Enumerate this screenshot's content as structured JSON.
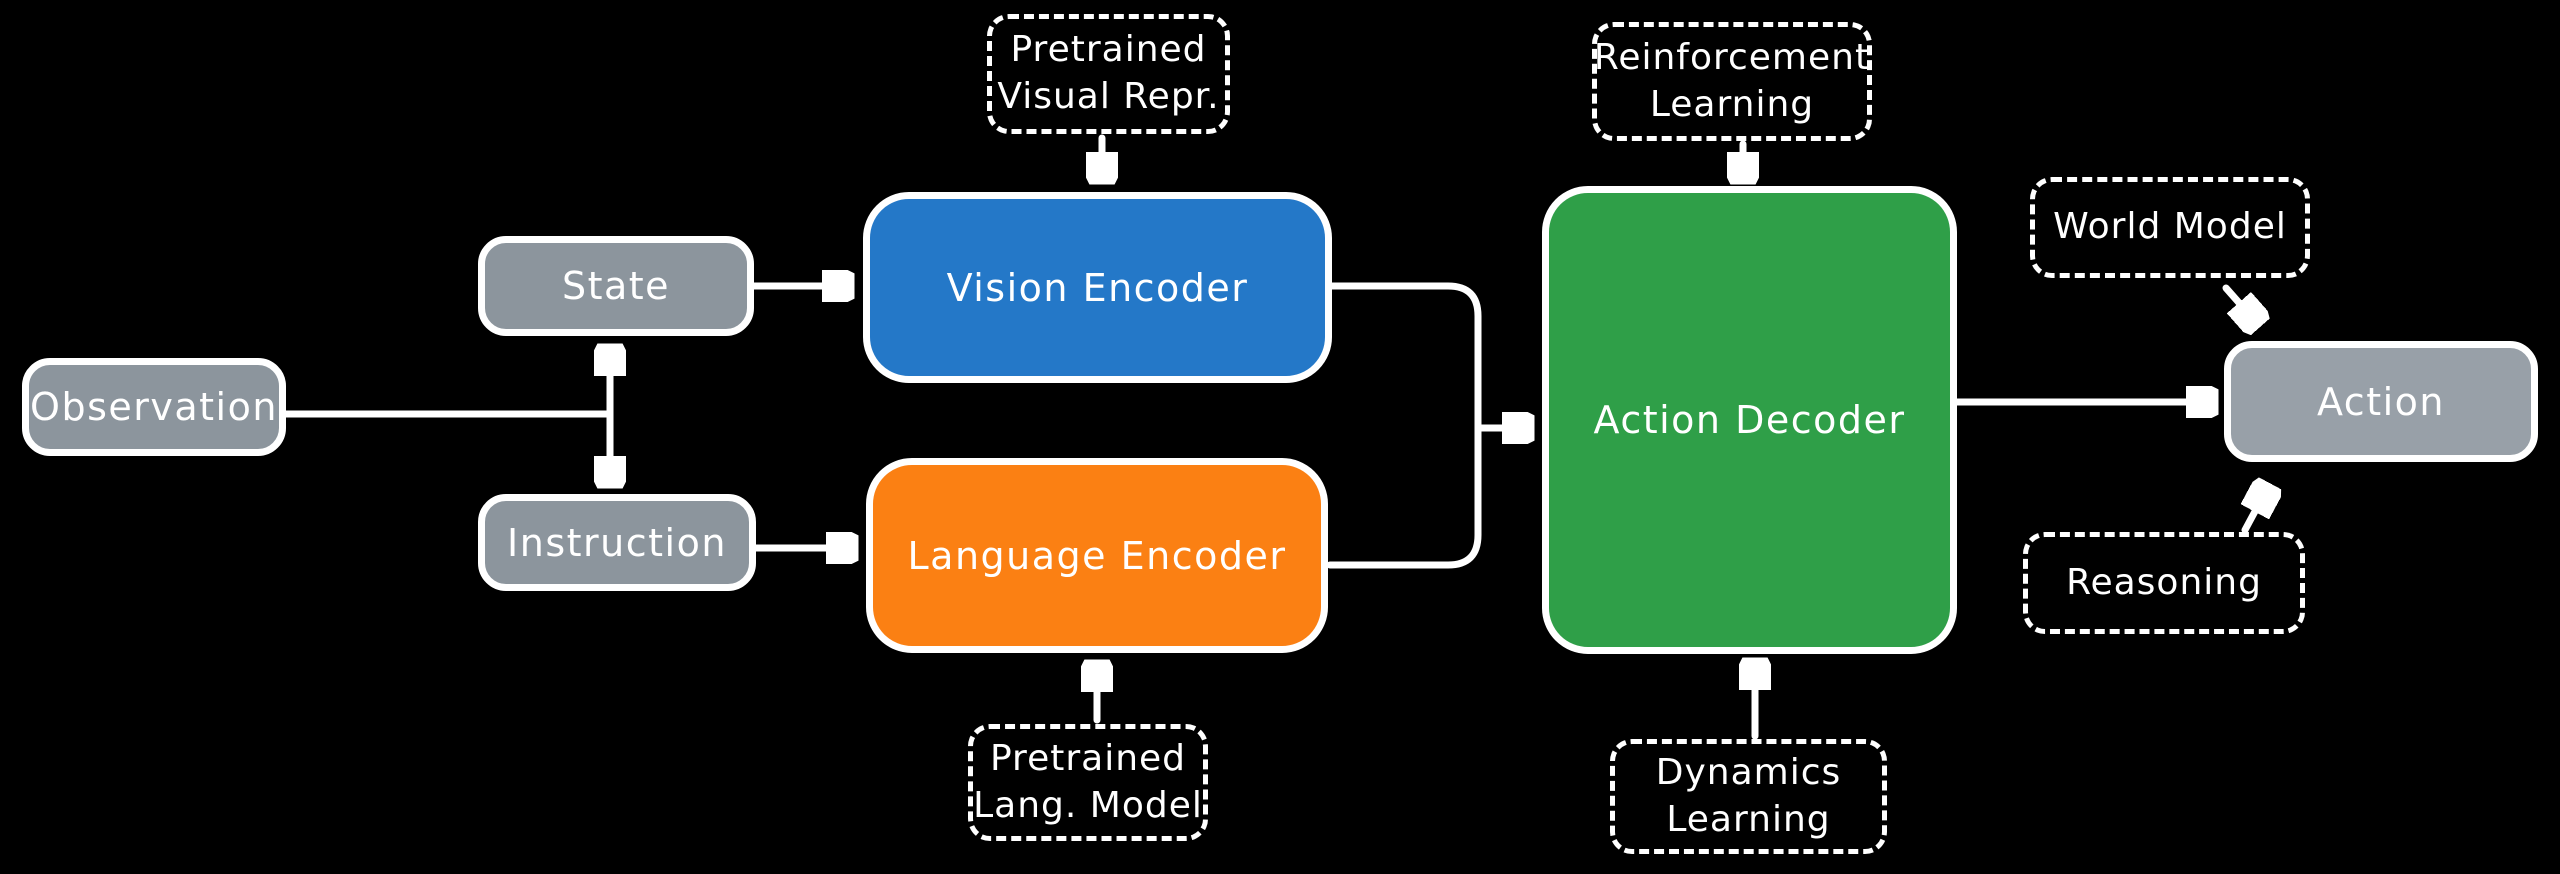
{
  "canvas": {
    "background": "#000000",
    "connector_color": "#ffffff",
    "text_color": "#ffffff"
  },
  "nodes": {
    "observation": {
      "label": "Observation",
      "fill": "#8c959d"
    },
    "state": {
      "label": "State",
      "fill": "#8c959d"
    },
    "instruction": {
      "label": "Instruction",
      "fill": "#8c959d"
    },
    "vision_encoder": {
      "label": "Vision Encoder",
      "fill": "#2478c8"
    },
    "language_encoder": {
      "label": "Language Encoder",
      "fill": "#fb8013"
    },
    "action_decoder": {
      "label": "Action Decoder",
      "fill": "#2f9f48"
    },
    "action": {
      "label": "Action",
      "fill": "#98a0a8"
    },
    "pretrained_visual_repr": {
      "lines": [
        "Pretrained",
        "Visual Repr."
      ]
    },
    "reinforcement_learning": {
      "lines": [
        "Reinforcement",
        "Learning"
      ]
    },
    "world_model": {
      "lines": [
        "World Model"
      ]
    },
    "pretrained_lang_model": {
      "lines": [
        "Pretrained",
        "Lang. Model"
      ]
    },
    "dynamics_learning": {
      "lines": [
        "Dynamics",
        "Learning"
      ]
    },
    "reasoning": {
      "lines": [
        "Reasoning"
      ]
    }
  },
  "edges": [
    {
      "from": "observation",
      "to": "state-instruction-junction",
      "arrow": "none"
    },
    {
      "from": "state",
      "to": "instruction",
      "arrow": "both"
    },
    {
      "from": "state",
      "to": "vision_encoder",
      "arrow": "end"
    },
    {
      "from": "instruction",
      "to": "language_encoder",
      "arrow": "end"
    },
    {
      "from": "vision_encoder",
      "to": "merge-junction",
      "arrow": "none"
    },
    {
      "from": "language_encoder",
      "to": "merge-junction",
      "arrow": "none"
    },
    {
      "from": "merge-junction",
      "to": "action_decoder",
      "arrow": "end"
    },
    {
      "from": "pretrained_visual_repr",
      "to": "vision_encoder",
      "arrow": "end"
    },
    {
      "from": "pretrained_lang_model",
      "to": "language_encoder",
      "arrow": "end"
    },
    {
      "from": "reinforcement_learning",
      "to": "action_decoder",
      "arrow": "end"
    },
    {
      "from": "dynamics_learning",
      "to": "action_decoder",
      "arrow": "end"
    },
    {
      "from": "action_decoder",
      "to": "action",
      "arrow": "end"
    },
    {
      "from": "world_model",
      "to": "action",
      "arrow": "end"
    },
    {
      "from": "reasoning",
      "to": "action",
      "arrow": "end"
    }
  ]
}
